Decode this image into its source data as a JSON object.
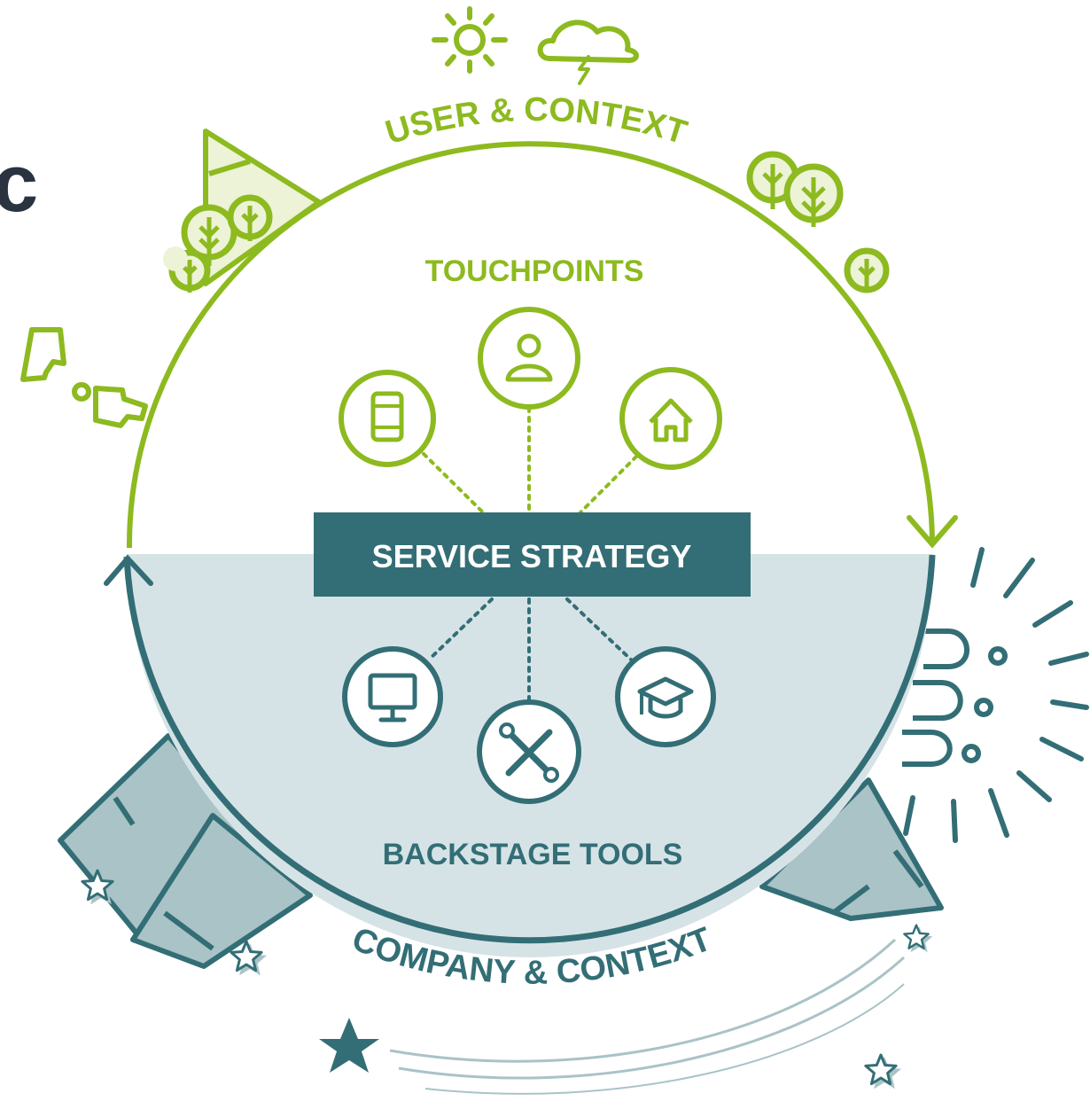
{
  "colors": {
    "green": "#8dba1f",
    "green_light": "#ecf3d6",
    "teal": "#336e76",
    "teal_light": "#d6e3e6",
    "teal_mid": "#a9c3c6",
    "page_bg": "#ffffff",
    "header_text": "#ffffff",
    "partial_letter": "#2a3440"
  },
  "partial_heading": "c",
  "arc_top_label": "USER & CONTEXT",
  "arc_bottom_label": "COMPANY & CONTEXT",
  "touchpoints": {
    "title": "TOUCHPOINTS",
    "icons": [
      "smartphone-icon",
      "user-icon",
      "home-icon"
    ]
  },
  "center": {
    "label": "SERVICE STRATEGY"
  },
  "backstage": {
    "title": "BACKSTAGE TOOLS",
    "icons": [
      "monitor-icon",
      "tools-icon",
      "graduation-cap-icon"
    ]
  },
  "decorations": {
    "top": [
      "sun-icon",
      "storm-cloud-icon"
    ],
    "left": [
      "mountain-icon",
      "tree-icon",
      "tree-icon",
      "tree-icon",
      "tree-icon",
      "chat-bubble-icon",
      "plug-icon"
    ],
    "right": [
      "tree-icon",
      "tree-icon",
      "tree-icon",
      "plug-cluster-icon",
      "sunburst-icon"
    ],
    "bottom": [
      "mountain-icon",
      "mountain-icon",
      "star-icon",
      "star-icon",
      "star-icon",
      "star-icon",
      "star-icon",
      "shooting-star-icon"
    ]
  }
}
